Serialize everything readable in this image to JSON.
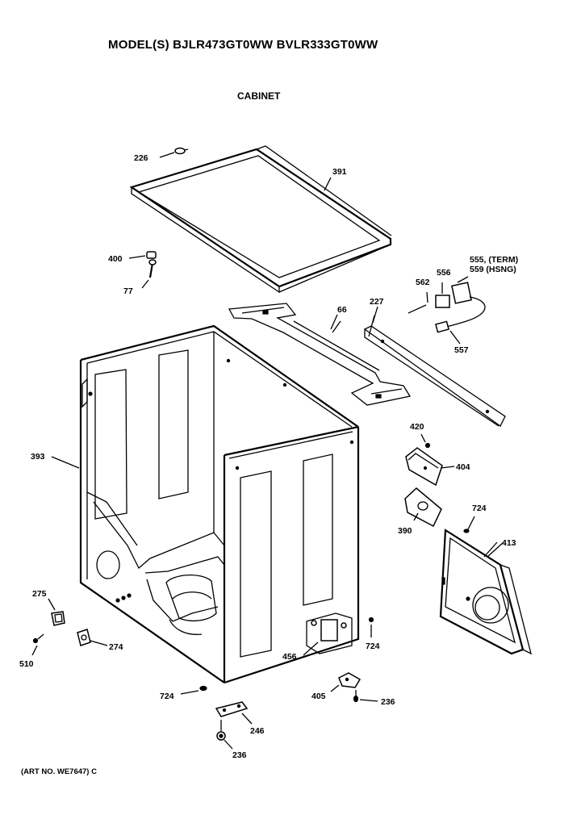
{
  "header": {
    "title": "MODEL(S) BJLR473GT0WW  BVLR333GT0WW",
    "subtitle": "CABINET"
  },
  "footer": {
    "art_no": "(ART NO. WE7647) C"
  },
  "parts": [
    {
      "id": "226",
      "label": "226"
    },
    {
      "id": "391",
      "label": "391"
    },
    {
      "id": "400",
      "label": "400"
    },
    {
      "id": "77",
      "label": "77"
    },
    {
      "id": "66",
      "label": "66"
    },
    {
      "id": "227",
      "label": "227"
    },
    {
      "id": "562",
      "label": "562"
    },
    {
      "id": "556",
      "label": "556"
    },
    {
      "id": "555",
      "label": "555, (TERM)"
    },
    {
      "id": "559",
      "label": "559 (HSNG)"
    },
    {
      "id": "557",
      "label": "557"
    },
    {
      "id": "420",
      "label": "420"
    },
    {
      "id": "404",
      "label": "404"
    },
    {
      "id": "393",
      "label": "393"
    },
    {
      "id": "724a",
      "label": "724"
    },
    {
      "id": "390",
      "label": "390"
    },
    {
      "id": "413",
      "label": "413"
    },
    {
      "id": "275",
      "label": "275"
    },
    {
      "id": "274",
      "label": "274"
    },
    {
      "id": "510",
      "label": "510"
    },
    {
      "id": "724b",
      "label": "724"
    },
    {
      "id": "456",
      "label": "456"
    },
    {
      "id": "724c",
      "label": "724"
    },
    {
      "id": "405",
      "label": "405"
    },
    {
      "id": "236a",
      "label": "236"
    },
    {
      "id": "246",
      "label": "246"
    },
    {
      "id": "236b",
      "label": "236"
    }
  ]
}
